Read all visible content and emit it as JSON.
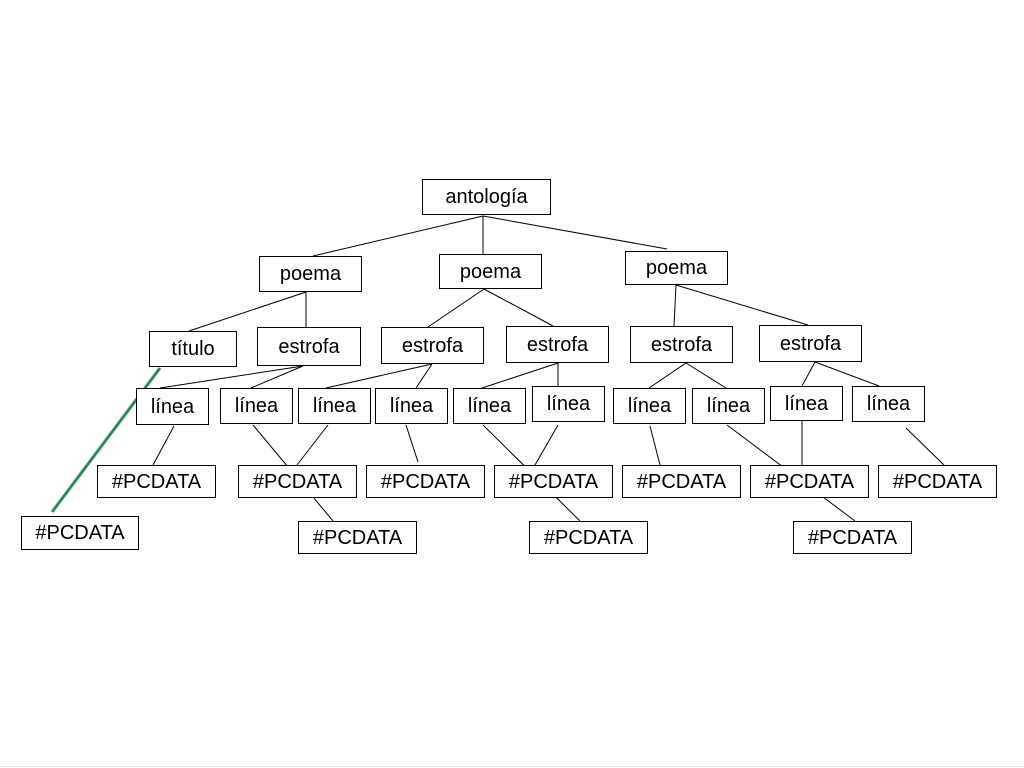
{
  "diagram": {
    "root": "antología",
    "poemas": [
      "poema",
      "poema",
      "poema"
    ],
    "titulo": "título",
    "estrofas": [
      "estrofa",
      "estrofa",
      "estrofa",
      "estrofa",
      "estrofa"
    ],
    "lineas": [
      "línea",
      "línea",
      "línea",
      "línea",
      "línea",
      "línea",
      "línea",
      "línea",
      "línea",
      "línea"
    ],
    "pcdata": [
      "#PCDATA",
      "#PCDATA",
      "#PCDATA",
      "#PCDATA",
      "#PCDATA",
      "#PCDATA",
      "#PCDATA",
      "#PCDATA",
      "#PCDATA",
      "#PCDATA",
      "#PCDATA"
    ],
    "highlight_color": "#2e8b57"
  }
}
